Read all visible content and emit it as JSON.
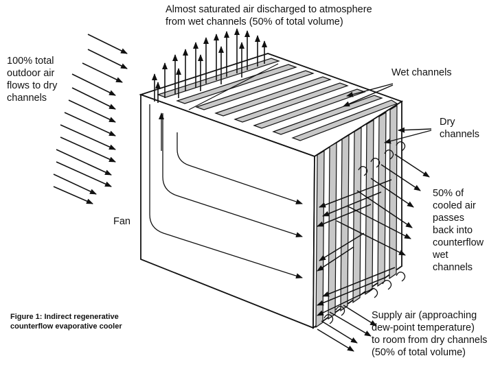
{
  "labels": {
    "top": "Almost saturated air discharged to atmosphere\nfrom wet channels (50% of total volume)",
    "outdoor": "100% total\noutdoor air\nflows to dry\nchannels",
    "wet_channels": "Wet channels",
    "dry_channels": "Dry\nchannels",
    "fan": "Fan",
    "cooled_back": "50% of\ncooled air\npasses\nback into\ncounterflow\nwet\nchannels",
    "supply": "Supply air (approaching\ndew-point temperature)\nto room from dry channels\n(50% of total volume)"
  },
  "caption": {
    "line1": "Figure 1: Indirect regenerative",
    "line2": "counterflow evaporative cooler"
  },
  "colors": {
    "stroke": "#111111",
    "wet_channel_fill": "#c8c8c8",
    "background": "#ffffff"
  }
}
